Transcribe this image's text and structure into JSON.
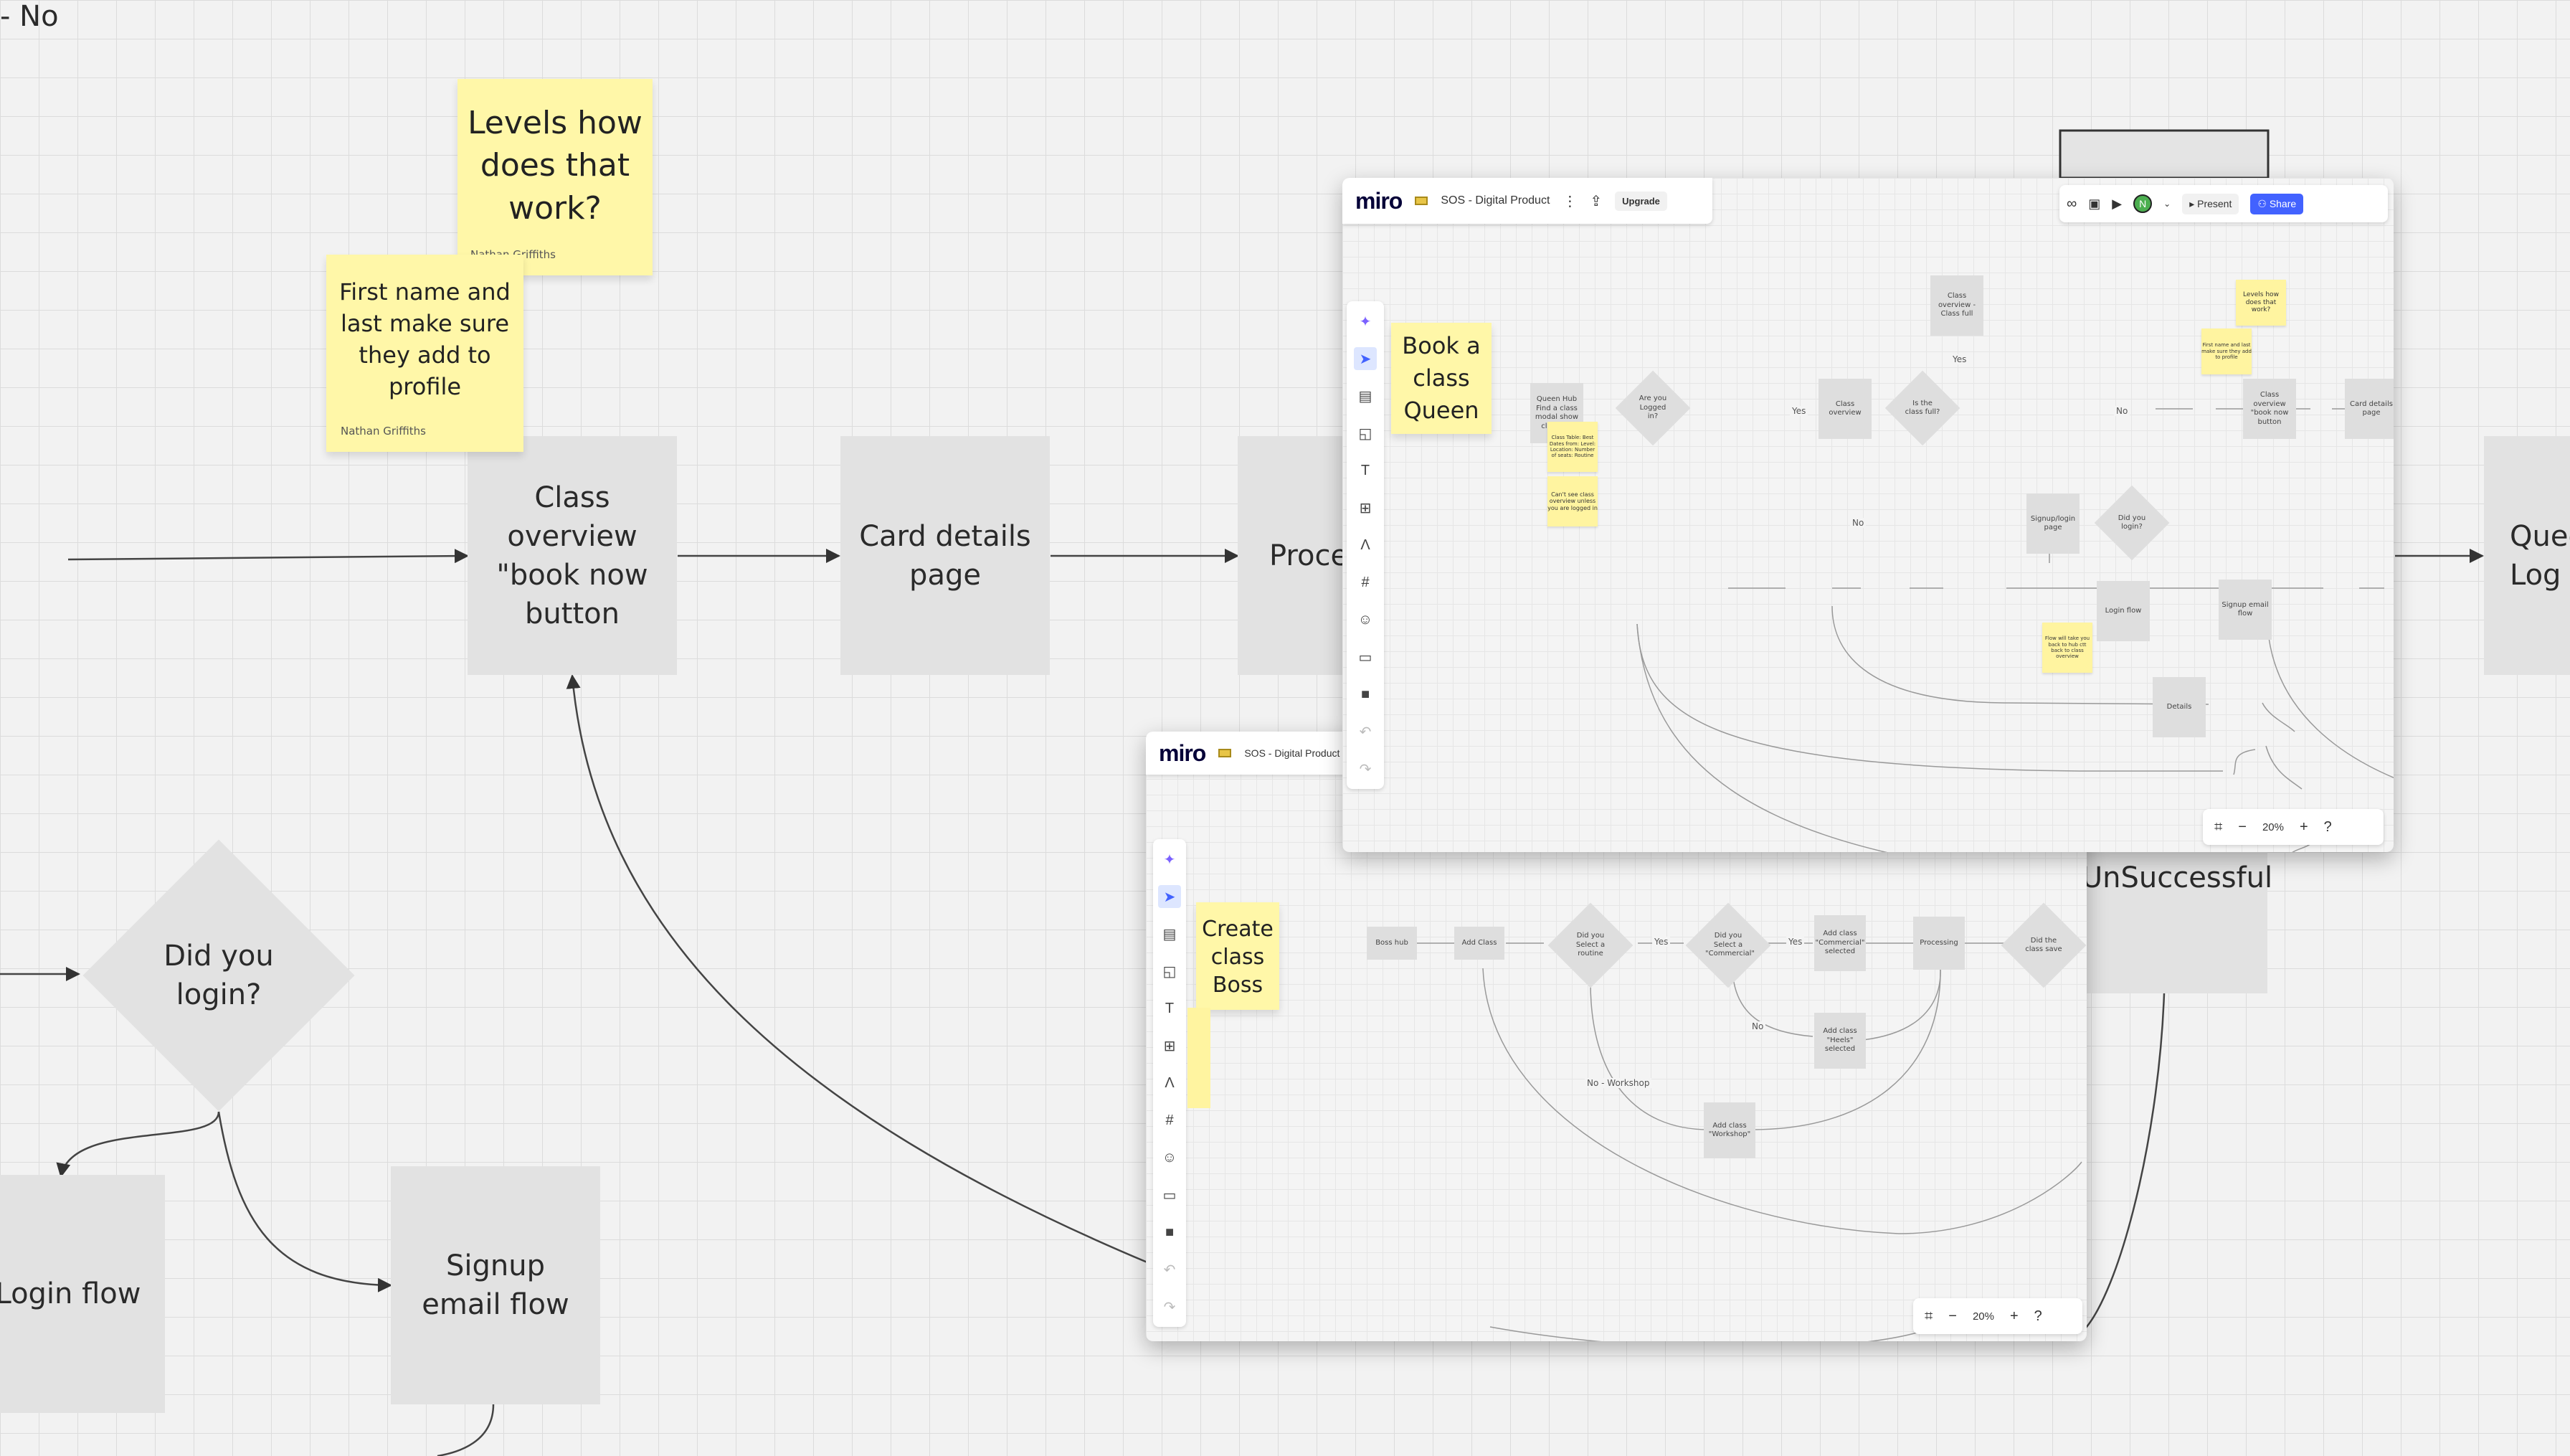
{
  "canvas": {
    "edge_label_no": "No",
    "class_overview": "Class overview \"book now button",
    "card_details": "Card details page",
    "processing_partial": "Proce",
    "queen_partial": "Queen Log",
    "did_you_login": "Did you login?",
    "login_flow": "Login flow",
    "signup_email_flow": "Signup email flow",
    "unsuccessful": "UnSuccessful",
    "sticky_levels": {
      "text": "Levels how does that work?",
      "author": "Nathan Griffiths"
    },
    "sticky_first_name": {
      "text": "First name and last make sure they add to profile",
      "author": "Nathan Griffiths"
    }
  },
  "window_queen": {
    "logo": "miro",
    "board_name": "SOS - Digital Product",
    "upgrade_label": "Upgrade",
    "avatar_initial": "N",
    "present_label": "Present",
    "share_label": "Share",
    "zoom": "20%",
    "sticky": "Book a class Queen",
    "nodes": {
      "queen_hub": "Queen Hub Find a class modal show class full",
      "are_you_logged_in": "Are you Logged in?",
      "class_overview": "Class overview",
      "is_class_full": "Is the class full?",
      "class_overview_full": "Class overview - Class full",
      "class_overview_book": "Class overview \"book now button",
      "card_details": "Card details page",
      "signup_login": "Signup/login page",
      "did_you_login": "Did you login?",
      "login_flow": "Login flow",
      "signup_email_flow": "Signup email flow",
      "details": "Details"
    },
    "labels": {
      "yes1": "Yes",
      "yes2": "Yes",
      "no1": "No",
      "no2": "No"
    },
    "mini_stickies": {
      "levels": "Levels how does that work?",
      "first_name": "First name and last make sure they add to profile",
      "class_table": "Class Table: Best Dates from: Level: Location: Number of seats: Routine",
      "cant_see": "Can't see class overview unless you are logged in",
      "flow_back": "Flow will take you back to hub ctt back to class overview"
    }
  },
  "window_boss": {
    "logo": "miro",
    "board_name": "SOS - Digital Product",
    "zoom": "20%",
    "sticky": "Create class Boss",
    "nodes": {
      "boss_hub": "Boss hub",
      "add_class": "Add Class",
      "select_routine": "Did you Select a routine",
      "select_commercial": "Did you Select a \"Commercial\"",
      "add_commercial": "Add class \"Commercial\" selected",
      "processing": "Processing",
      "did_class_save": "Did the class save",
      "add_heels": "Add class \"Heels\" selected",
      "add_workshop": "Add class \"Workshop\""
    },
    "labels": {
      "yes1": "Yes",
      "yes2": "Yes",
      "no": "No",
      "no_workshop": "No - Workshop"
    }
  }
}
